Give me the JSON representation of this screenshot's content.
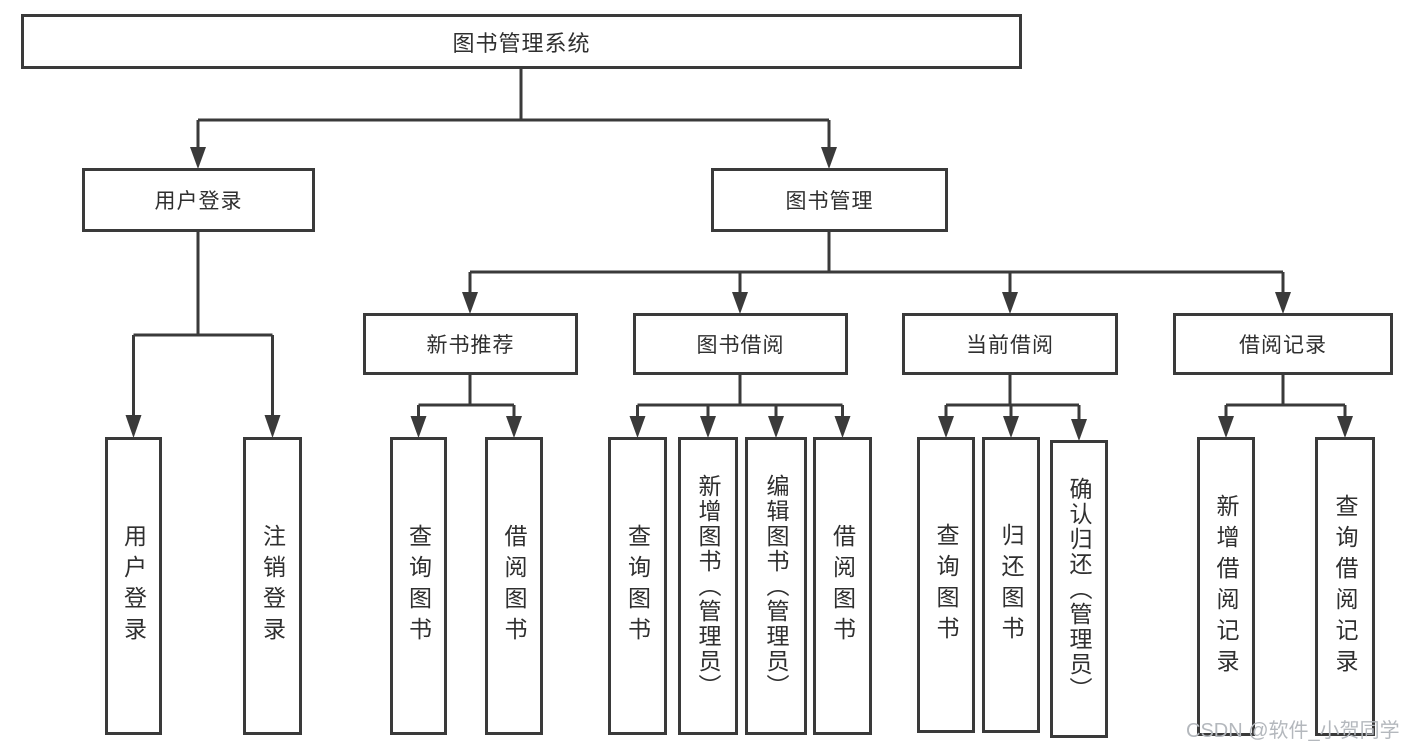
{
  "diagram_title": "图书管理系统",
  "tree": {
    "label": "图书管理系统",
    "children": [
      {
        "label": "用户登录",
        "children": [
          {
            "label": "用户登录"
          },
          {
            "label": "注销登录"
          }
        ]
      },
      {
        "label": "图书管理",
        "children": [
          {
            "label": "新书推荐",
            "children": [
              {
                "label": "查询图书"
              },
              {
                "label": "借阅图书"
              }
            ]
          },
          {
            "label": "图书借阅",
            "children": [
              {
                "label": "查询图书"
              },
              {
                "label": "新增图书（管理员）"
              },
              {
                "label": "编辑图书（管理员）"
              },
              {
                "label": "借阅图书"
              }
            ]
          },
          {
            "label": "当前借阅",
            "children": [
              {
                "label": "查询图书"
              },
              {
                "label": "归还图书"
              },
              {
                "label": "确认归还（管理员）"
              }
            ]
          },
          {
            "label": "借阅记录",
            "children": [
              {
                "label": "新增借阅记录"
              },
              {
                "label": "查询借阅记录"
              }
            ]
          }
        ]
      }
    ]
  },
  "watermark": "CSDN @软件_小贺同学",
  "colors": {
    "line": "#3a3a3a",
    "box_border": "#3a3a3a",
    "text": "#2f2f2f",
    "watermark": "#b4b8bd",
    "background": "#ffffff"
  }
}
